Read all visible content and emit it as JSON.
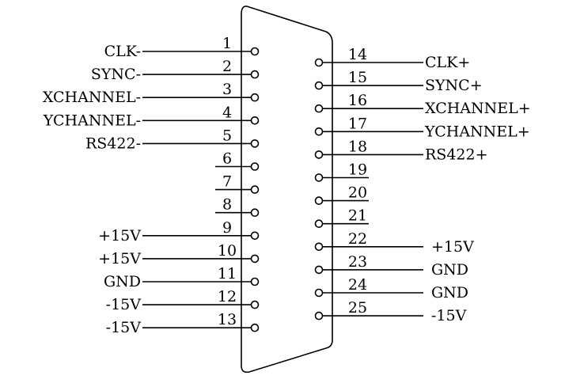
{
  "connector": {
    "left_pins": [
      {
        "number": "1",
        "label": "CLK-"
      },
      {
        "number": "2",
        "label": "SYNC-"
      },
      {
        "number": "3",
        "label": "XCHANNEL-"
      },
      {
        "number": "4",
        "label": "YCHANNEL-"
      },
      {
        "number": "5",
        "label": "RS422-"
      },
      {
        "number": "6",
        "label": ""
      },
      {
        "number": "7",
        "label": ""
      },
      {
        "number": "8",
        "label": ""
      },
      {
        "number": "9",
        "label": "+15V"
      },
      {
        "number": "10",
        "label": "+15V"
      },
      {
        "number": "11",
        "label": "GND"
      },
      {
        "number": "12",
        "label": "-15V"
      },
      {
        "number": "13",
        "label": "-15V"
      }
    ],
    "right_pins": [
      {
        "number": "14",
        "label": "CLK+"
      },
      {
        "number": "15",
        "label": "SYNC+"
      },
      {
        "number": "16",
        "label": "XCHANNEL+"
      },
      {
        "number": "17",
        "label": "YCHANNEL+"
      },
      {
        "number": "18",
        "label": "RS422+"
      },
      {
        "number": "19",
        "label": ""
      },
      {
        "number": "20",
        "label": ""
      },
      {
        "number": "21",
        "label": ""
      },
      {
        "number": "22",
        "label": "+15V"
      },
      {
        "number": "23",
        "label": "GND"
      },
      {
        "number": "24",
        "label": "GND"
      },
      {
        "number": "25",
        "label": "-15V"
      }
    ]
  }
}
